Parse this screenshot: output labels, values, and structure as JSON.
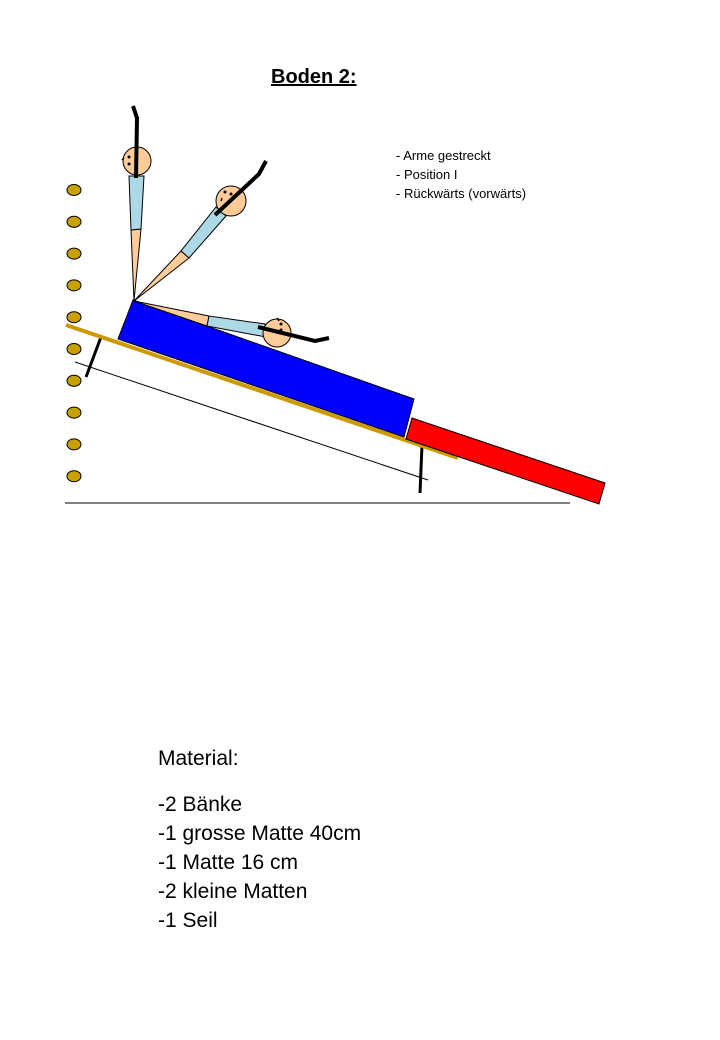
{
  "title": "Boden 2:",
  "notes": [
    "Arme gestreckt",
    "Position I",
    "Rückwärts (vorwärts)"
  ],
  "material": {
    "heading": "Material:",
    "items": [
      "-2 Bänke",
      "-1 grosse Matte 40cm",
      "-1 Matte 16 cm",
      "-2 kleine Matten",
      "-1 Seil"
    ]
  },
  "colors": {
    "rung": "#c8a000",
    "bench": "#cc9900",
    "big_mat": "#0000ff",
    "small_mat": "#ff0000",
    "head": "#ffcc99",
    "body": "#add8e6"
  },
  "wall_bar_rungs": 10
}
